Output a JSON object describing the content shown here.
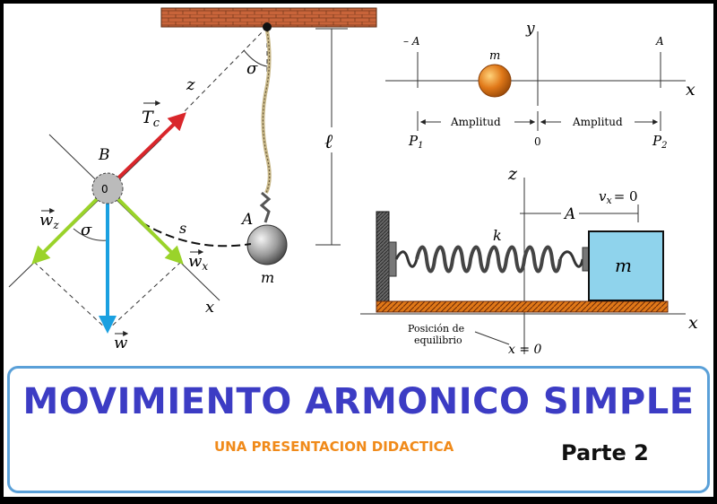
{
  "pendulum": {
    "angle_top": "σ",
    "axis_z": "z",
    "length_label": "ℓ",
    "tension_label": "T",
    "tension_sub": "c",
    "pivot_label": "B",
    "pivot_center": "0",
    "weight_z": "w",
    "weight_z_sub": "z",
    "weight_x": "w",
    "weight_x_sub": "x",
    "weight": "w",
    "angle_bottom": "σ",
    "arc_label": "s",
    "bob_point": "A",
    "bob_mass": "m",
    "axis_x": "x",
    "colors": {
      "tension": "#d9262b",
      "weight": "#1aa0e0",
      "components": "#9ad32a",
      "ceiling": "#c8643a"
    }
  },
  "amplitude": {
    "neg_a": "– A",
    "pos_a": "A",
    "axis_y": "y",
    "axis_x": "x",
    "mass": "m",
    "amp_left": "Amplitud",
    "amp_right": "Amplitud",
    "p1": "P",
    "p1_sub": "1",
    "zero": "0",
    "p2": "P",
    "p2_sub": "2",
    "colors": {
      "ball": "#e07818"
    }
  },
  "spring": {
    "axis_z": "z",
    "vx": "v",
    "vx_sub": "x",
    "vx_eq": "= 0",
    "a_label": "A",
    "k_label": "k",
    "mass": "m",
    "axis_x": "x",
    "equilibrium": [
      "Posición de",
      "equilibrio"
    ],
    "x_zero": "x = 0",
    "colors": {
      "block": "#8fd3ec",
      "floor": "#e07818"
    }
  },
  "banner": {
    "title": "MOVIMIENTO ARMONICO SIMPLE",
    "subtitle": "UNA PRESENTACION DIDACTICA",
    "part": "Parte 2"
  }
}
